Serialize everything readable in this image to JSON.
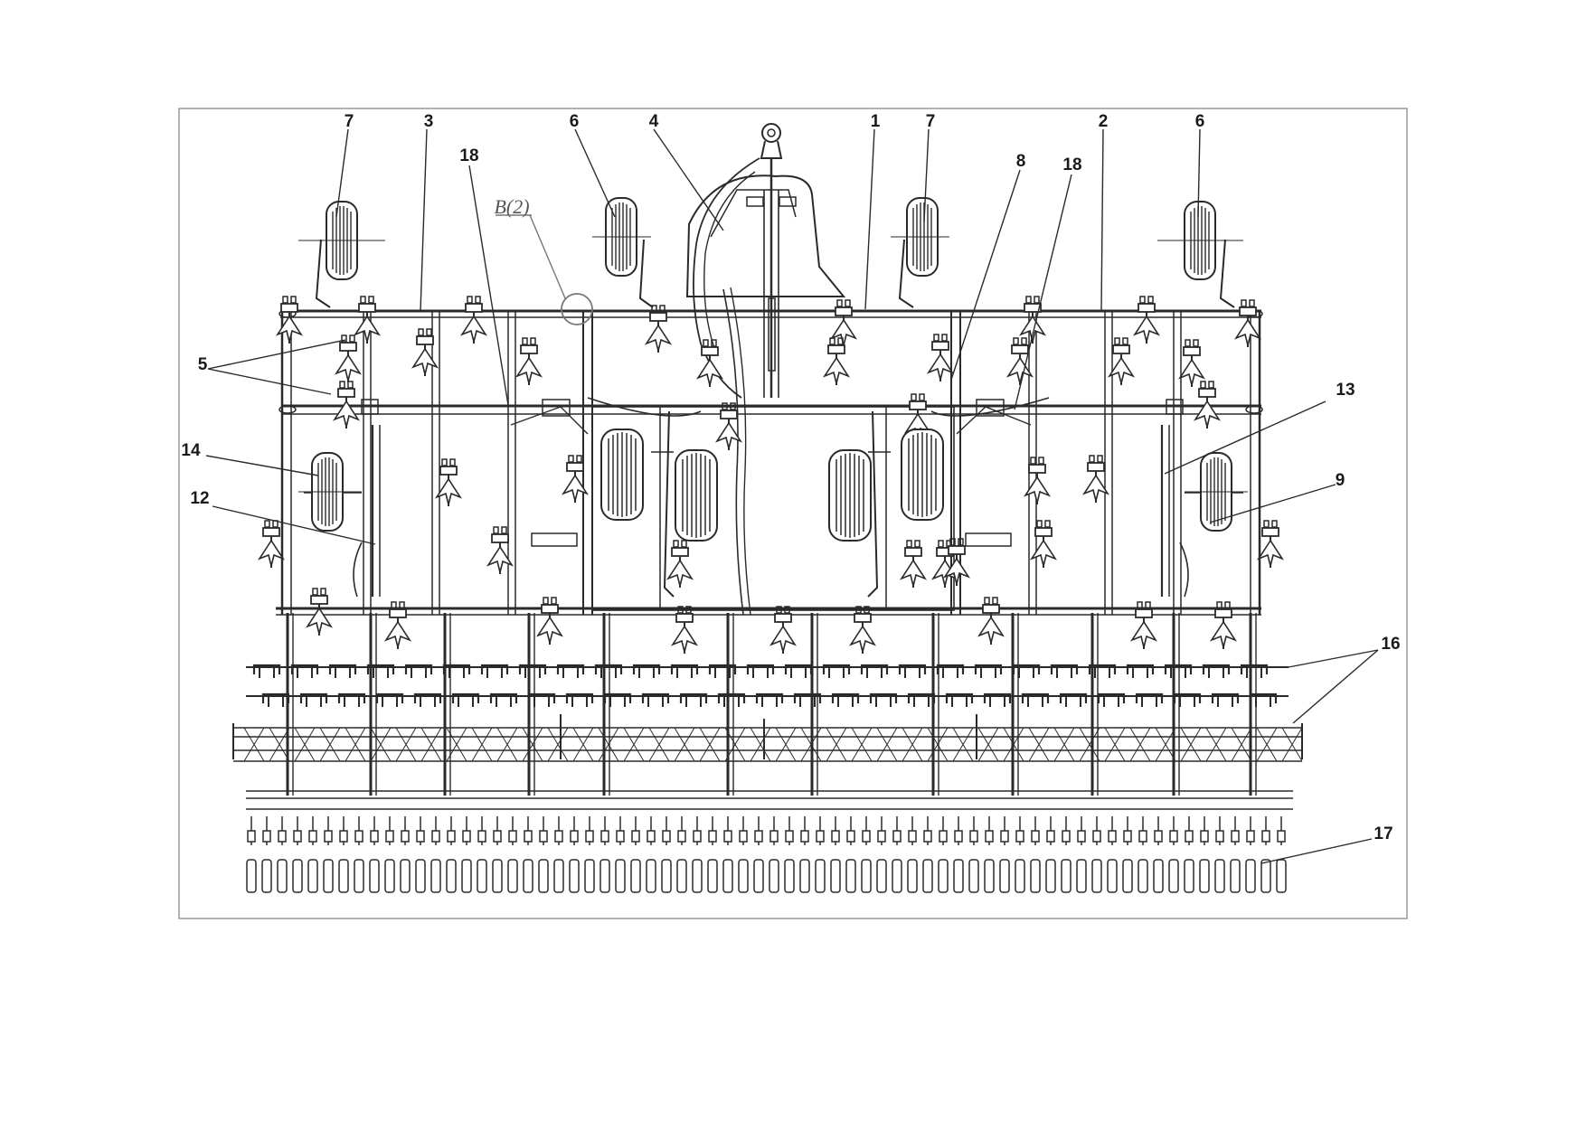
{
  "figure": {
    "detail_reference": "B(2)",
    "callouts": {
      "c1": "1",
      "c2": "2",
      "c3": "3",
      "c4": "4",
      "c5": "5",
      "c6a": "6",
      "c6b": "6",
      "c7a": "7",
      "c7b": "7",
      "c8": "8",
      "c9": "9",
      "c12": "12",
      "c13": "13",
      "c14": "14",
      "c16": "16",
      "c17": "17",
      "c18a": "18",
      "c18b": "18"
    },
    "colors": {
      "line": "#2a2a2a",
      "detail": "#777777",
      "border": "#9a9a9a"
    }
  }
}
